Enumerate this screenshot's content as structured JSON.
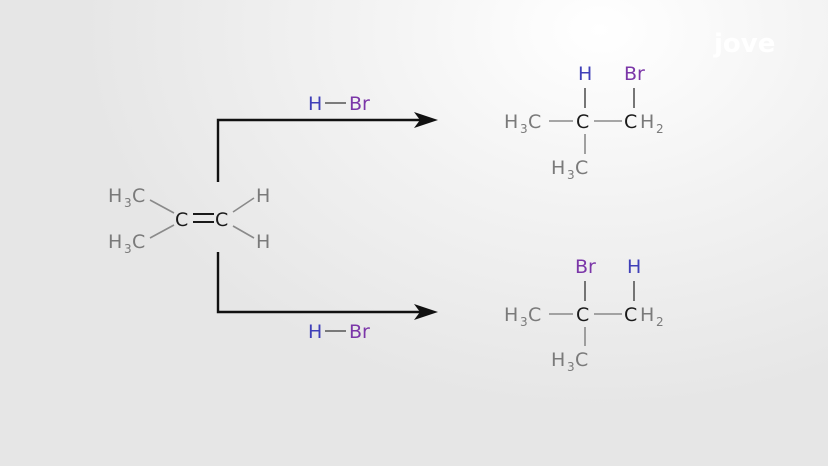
{
  "logo": {
    "text": "jove"
  },
  "reactant": {
    "left_top": "H",
    "left_top_sub": "3",
    "left_top_c": "C",
    "left_bottom": "H",
    "left_bottom_sub": "3",
    "left_bottom_c": "C",
    "c1": "C",
    "c2": "C",
    "right_top_h": "H",
    "right_bottom_h": "H"
  },
  "reagent_top": {
    "h": "H",
    "br": "Br"
  },
  "reagent_bottom": {
    "h": "H",
    "br": "Br"
  },
  "product_top": {
    "methyl_h": "H",
    "methyl_sub": "3",
    "methyl_c": "C",
    "center_c": "C",
    "ch2_c": "C",
    "ch2_h": "H",
    "ch2_sub": "2",
    "top_h": "H",
    "top_br": "Br",
    "bottom_h": "H",
    "bottom_sub": "3",
    "bottom_c": "C"
  },
  "product_bottom": {
    "methyl_h": "H",
    "methyl_sub": "3",
    "methyl_c": "C",
    "center_c": "C",
    "ch2_c": "C",
    "ch2_h": "H",
    "ch2_sub": "2",
    "top_br": "Br",
    "top_h": "H",
    "bottom_h": "H",
    "bottom_sub": "3",
    "bottom_c": "C"
  },
  "colors": {
    "hydrogen": "#3f3fb8",
    "bromine": "#7b36a8",
    "carbon": "#1a1a1a",
    "gray": "#7a7a7a"
  }
}
